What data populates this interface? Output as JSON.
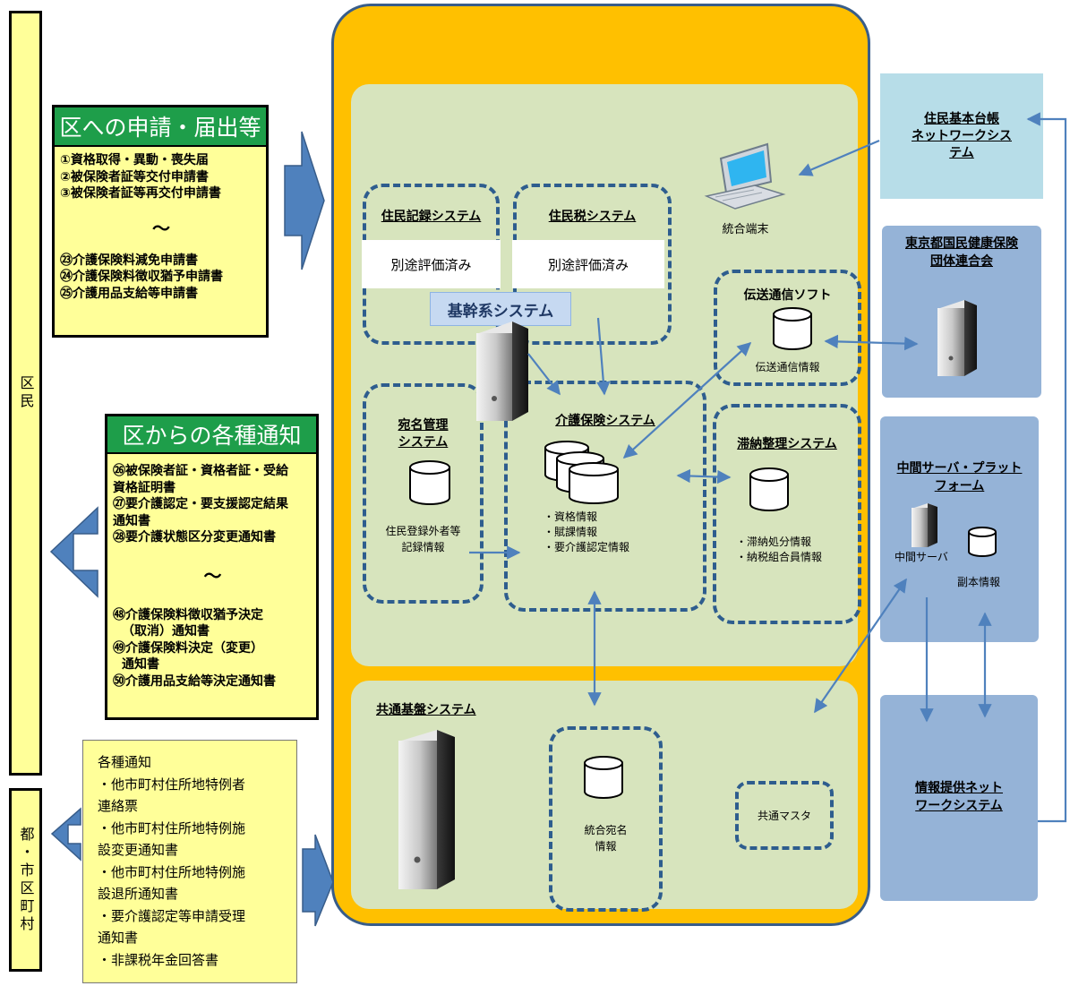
{
  "left": {
    "kumin_label": "区民",
    "tomachi_label": "都・市区町村"
  },
  "application_box": {
    "title": "区への申請・届出等",
    "items": [
      "①資格取得・異動・喪失届",
      "②被保険者証等交付申請書",
      "③被保険者証等再交付申請書"
    ],
    "tilde": "～",
    "items_end": [
      "㉓介護保険料減免申請書",
      "㉔介護保険料徴収猶予申請書",
      "㉕介護用品支給等申請書"
    ]
  },
  "notice_box": {
    "title": "区からの各種通知",
    "items": [
      "㉖被保険者証・資格者証・受給",
      "資格証明書",
      "㉗要介護認定・要支援認定結果",
      "通知書",
      "㉘要介護状態区分変更通知書"
    ],
    "tilde": "～",
    "items_end": [
      "㊽介護保険料徴収猶予決定",
      "（取消）通知書",
      "㊾介護保険料決定（変更）",
      "通知書",
      "㊿介護用品支給等決定通知書"
    ]
  },
  "municipal_notice_box": {
    "lines": [
      "各種通知",
      "・他市町村住所地特例者",
      "連絡票",
      "・他市町村住所地特例施",
      "設変更通知書",
      "・他市町村住所地特例施",
      "設退所通知書",
      "・要介護認定等申請受理",
      "通知書",
      "・非課税年金回答書"
    ]
  },
  "core": {
    "juuki_title": "住民記録システム",
    "juuki_status": "別途評価済み",
    "juminzei_title": "住民税システム",
    "juminzei_status": "別途評価済み",
    "kikan_label": "基幹系システム",
    "terminal_label": "統合端末",
    "densou_title": "伝送通信ソフト",
    "densou_info": "伝送通信情報",
    "atena_title": "宛名管理\nシステム",
    "atena_info": "住民登録外者等\n記録情報",
    "kaigo_title": "介護保険システム",
    "kaigo_info": [
      "・資格情報",
      "・賦課情報",
      "・要介護認定情報"
    ],
    "tainou_title": "滞納整理システム",
    "tainou_info": [
      "・滞納処分情報",
      "・納税組合員情報"
    ]
  },
  "common": {
    "title": "共通基盤システム",
    "atena_info": "統合宛名\n情報",
    "master_label": "共通マスタ"
  },
  "right": {
    "juki_net_title": "住民基本台帳\nネットワークシス\nテム",
    "tokyo_title": "東京都国民健康保険\n団体連合会",
    "chukan_title": "中間サーバ・プラット\nフォーム",
    "chukan_server": "中間サーバ",
    "fukuhon": "副本情報",
    "joho_teikyo_title": "情報提供ネット\nワークシステム"
  },
  "colors": {
    "orange": "#ffc000",
    "green_panel": "#d7e4bd",
    "dashed_border": "#2e5d8e",
    "arrow_blue": "#4f81bd",
    "light_blue": "#b7dde8",
    "mid_blue": "#95b3d7",
    "yellow": "#ffff99",
    "green_header": "#1e9e4a"
  }
}
